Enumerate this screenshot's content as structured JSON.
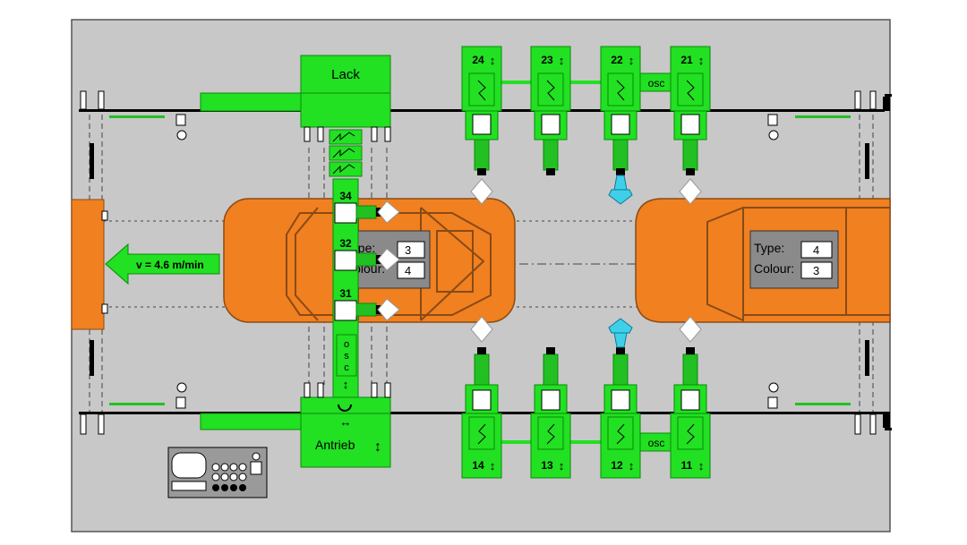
{
  "colors": {
    "background": "#c8c8c8",
    "car": "#f08020",
    "car_dark": "#8a4a14",
    "robot": "#22e022",
    "robot_dark": "#0a8a0a",
    "nozzle_cyan": "#3fd0e8",
    "info_box": "#8a8a8a",
    "rail": "#000000"
  },
  "top_station": {
    "label": "Lack"
  },
  "bottom_station": {
    "label": "Antrieb",
    "arrow": "↕"
  },
  "conveyor": {
    "speed_label": "v = 4.6 m/min"
  },
  "top_robots": [
    {
      "number": "24",
      "arrow": "↕"
    },
    {
      "number": "23",
      "arrow": "↕"
    },
    {
      "number": "22",
      "arrow": "↕"
    },
    {
      "number": "21",
      "arrow": "↕"
    }
  ],
  "bottom_robots": [
    {
      "number": "14",
      "arrow": "↕"
    },
    {
      "number": "13",
      "arrow": "↕"
    },
    {
      "number": "12",
      "arrow": "↕"
    },
    {
      "number": "11",
      "arrow": "↕"
    }
  ],
  "osc_label": "osc",
  "side_robots": [
    {
      "number": "34"
    },
    {
      "number": "32"
    },
    {
      "number": "31"
    }
  ],
  "side_osc_letters": [
    "o",
    "s",
    "c"
  ],
  "car_left": {
    "type_label": "Type:",
    "type_value": "3",
    "colour_label": "Colour:",
    "colour_value": "4"
  },
  "car_right": {
    "type_label": "Type:",
    "type_value": "4",
    "colour_label": "Colour:",
    "colour_value": "3"
  }
}
